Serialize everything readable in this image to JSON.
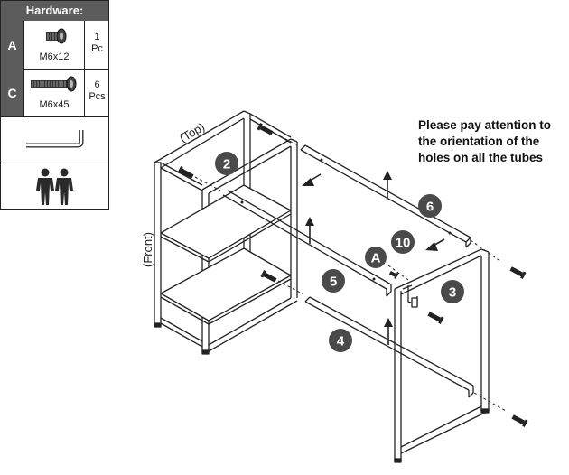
{
  "hardware": {
    "title": "Hardware:",
    "items": [
      {
        "letter": "A",
        "name": "M6x12",
        "qty_num": "1",
        "qty_unit": "Pc",
        "icon": "short-bolt-icon"
      },
      {
        "letter": "C",
        "name": "M6x45",
        "qty_num": "6",
        "qty_unit": "Pcs",
        "icon": "long-bolt-icon"
      }
    ],
    "tool_icon": "allen-key-icon",
    "people_icon": "two-people-icon"
  },
  "labels": {
    "top": "(Top)",
    "front": "(Front)"
  },
  "note": {
    "lines": [
      "Please pay attention to",
      "the orientation of the",
      "holes on all the tubes"
    ]
  },
  "parts": {
    "p2": "2",
    "p3": "3",
    "p4": "4",
    "p5": "5",
    "p6": "6",
    "p10": "10",
    "pA": "A"
  },
  "colors": {
    "badge": "#4a4a4a",
    "header": "#5c5c5c",
    "line": "#222222"
  }
}
